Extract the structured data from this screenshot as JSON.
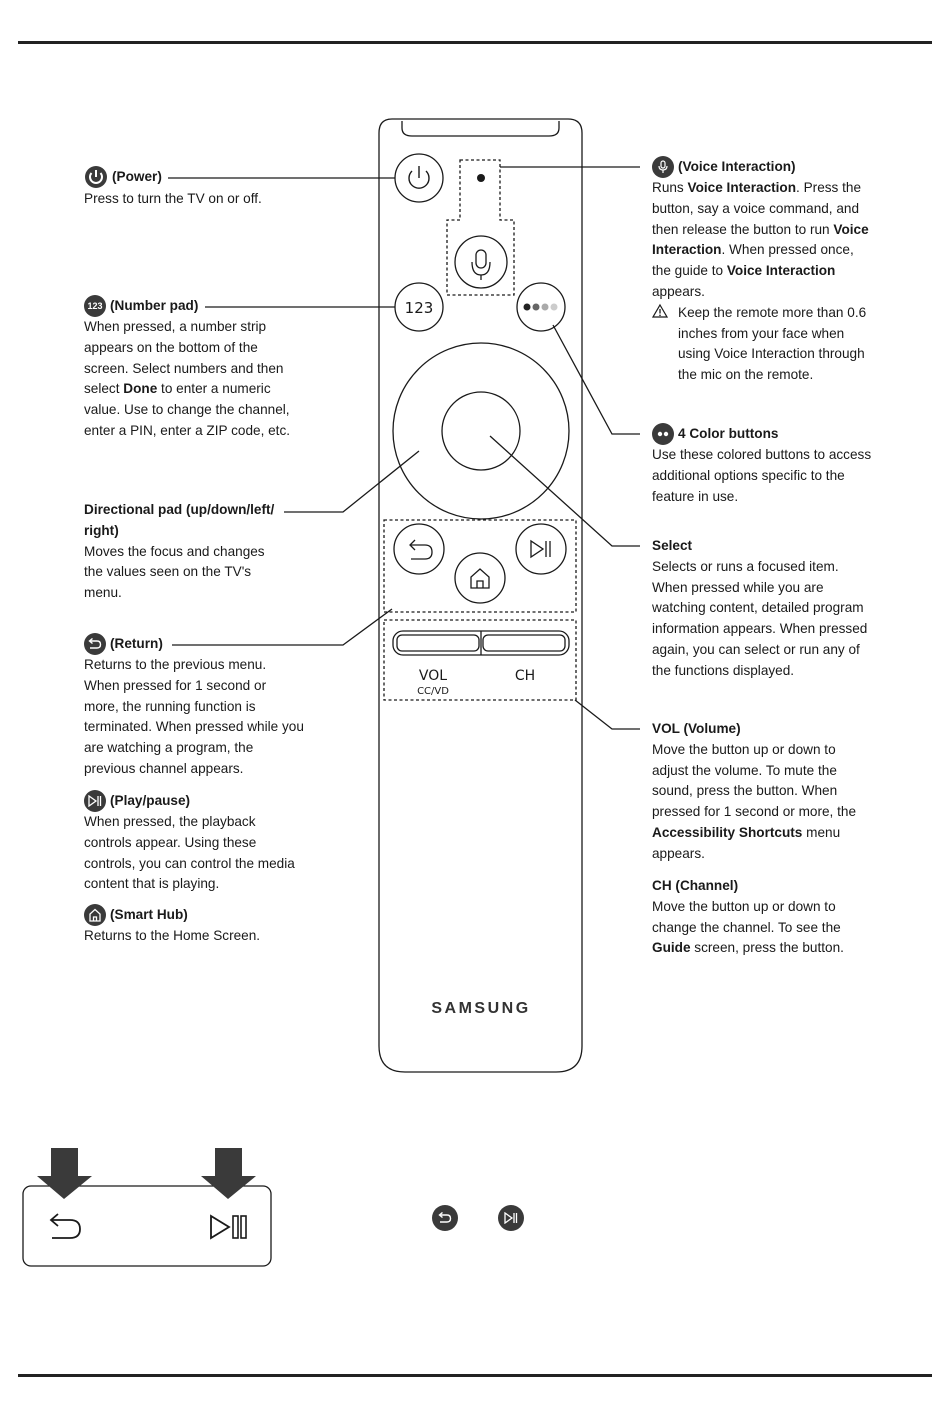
{
  "power": {
    "title": "(Power)",
    "desc": "Press to turn the TV on or off."
  },
  "numberpad": {
    "title": "(Number pad)",
    "badge": "123",
    "desc_a": "When pressed, a number strip appears on the bottom of the screen. Select numbers and then select ",
    "desc_bold": "Done",
    "desc_b": " to enter a numeric value. Use to change the channel, enter a PIN, enter a ZIP code, etc."
  },
  "dpad": {
    "title": "Directional pad (up/down/left/ right)",
    "desc": "Moves the focus and changes the values seen on the TV's menu."
  },
  "return_btn": {
    "title": "(Return)",
    "desc": "Returns to the previous menu. When pressed for 1 second or more, the running function is terminated. When pressed while you are watching a program, the previous channel appears."
  },
  "playpause": {
    "title": "(Play/pause)",
    "desc": "When pressed, the playback controls appear. Using these controls, you can control the media content that is playing."
  },
  "smarthub": {
    "title": "(Smart Hub)",
    "desc": "Returns to the Home Screen."
  },
  "voice": {
    "title": "(Voice Interaction)",
    "d1": "Runs ",
    "b1": "Voice Interaction",
    "d2": ". Press the button, say a voice command, and then release the button to run ",
    "b2": "Voice Interaction",
    "d3": ". When pressed once, the guide to ",
    "b3": "Voice Interaction",
    "d4": " appears.",
    "note": "Keep the remote more than 0.6 inches from your face when using Voice Interaction through the mic on the remote."
  },
  "colors": {
    "title": "4 Color buttons",
    "desc": "Use these colored buttons to access additional options specific to the feature in use."
  },
  "select": {
    "title": "Select",
    "desc": "Selects or runs a focused item. When pressed while you are watching content, detailed program information appears. When pressed again, you can select or run any of the functions displayed."
  },
  "vol": {
    "title": "VOL (Volume)",
    "d1": "Move the button up or down to adjust the volume. To mute the sound, press the button. When pressed for 1 second or more, the ",
    "b1": "Accessibility Shortcuts",
    "d2": " menu appears."
  },
  "ch": {
    "title": "CH (Channel)",
    "d1": "Move the button up or down to change the channel. To see the ",
    "b1": "Guide",
    "d2": " screen, press the button."
  },
  "remote": {
    "num_label": "123",
    "vol_label": "VOL",
    "cc_label": "CC/VD",
    "ch_label": "CH",
    "brand": "SAMSUNG"
  },
  "colors_palette": {
    "ink": "#1a1a1a",
    "badge": "#3a3a3a",
    "dot_dark": "#222222",
    "dot_mid": "#666666",
    "dot_light": "#aaaaaa",
    "dot_lighter": "#cccccc"
  }
}
